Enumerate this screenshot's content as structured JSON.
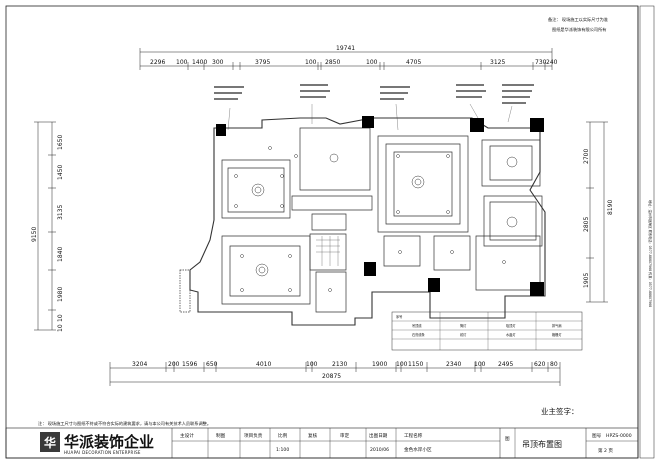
{
  "header": {
    "note_line1": "备注：  现场施工以实际尺寸为准",
    "note_line2": "图纸是华派装饰有限公司所有"
  },
  "dimensions": {
    "top_total": "19741",
    "top_segments": [
      "2296",
      "100",
      "1400",
      "300",
      "3795",
      "100",
      "2850",
      "100",
      "4705",
      "3125",
      "730",
      "240"
    ],
    "bottom_total": "20875",
    "bottom_segments": [
      "3204",
      "200",
      "1596",
      "650",
      "4010",
      "100",
      "2130",
      "1900",
      "100",
      "1150",
      "2340",
      "100",
      "2495",
      "620",
      "80"
    ],
    "left_total": "9150",
    "left_segments": [
      "1650",
      "1450",
      "3135",
      "1840",
      "1980",
      "10",
      "10"
    ],
    "right_total": "8190",
    "right_segments": [
      "2700",
      "2805",
      "1905"
    ]
  },
  "side_strip": {
    "text": "地址：温州市瓯海区  联系电话：0577-88807968  传真：0577-88807968"
  },
  "legend": {
    "label_col": "序号",
    "items": [
      "吊顶线",
      "石膏线条",
      "筒灯",
      "射灯",
      "吸顶灯",
      "水晶灯",
      "排气扇",
      "格栅灯"
    ]
  },
  "footer": {
    "note": "注：  现场施工尺寸与图纸不符或不符合实际的建筑要求，请与本公司有关技术人员联系调整。",
    "owner_sign_label": "业主签字：",
    "company_cn": "华派装饰企业",
    "company_en": "HUAPAI DECORATION ENTERPRISE",
    "headers": [
      "主设计",
      "制图",
      "项目负责",
      "比例",
      "复核",
      "审定",
      "出图日期",
      "工程名称",
      "图",
      "图号"
    ],
    "values": {
      "scale": "1:100",
      "date": "2010/06",
      "project": "金色水岸小区",
      "drawing_name": "吊顶布置图",
      "drawing_no": "HPZS-0000",
      "page": "第 2 页"
    }
  }
}
